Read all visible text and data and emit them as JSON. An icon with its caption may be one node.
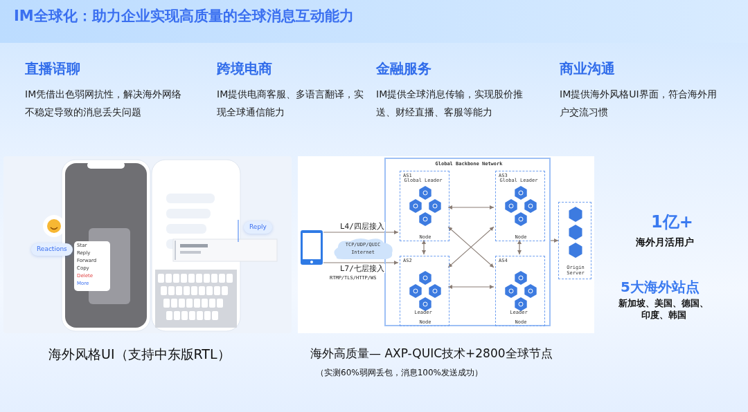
{
  "diagram": {
    "title": "IM全球化：助力企业实现高质量的全球消息互动能力",
    "nodes": [
      {
        "text": [
          "Global Backbone Network"
        ]
      },
      {
        "text": [
          "AS1",
          "Node"
        ],
        "in": 0
      },
      {
        "text": [
          "AS3",
          "Node"
        ],
        "in": 0
      },
      {
        "text": [
          "AS2",
          "Node"
        ],
        "in": 0
      },
      {
        "text": [
          "AS4",
          "Node"
        ],
        "in": 0
      },
      {
        "text": [],
        "shape": "picture"
      },
      {
        "text": [
          "TCP/UDP/QUIC",
          "Internet"
        ]
      },
      {
        "text": [
          "Origin Server"
        ]
      }
    ],
    "edges": [
      {
        "from": 5,
        "to": 1,
        "arrow": "to",
        "label": "L4/四层接入"
      },
      {
        "from": 5,
        "to": 3,
        "arrow": "to",
        "label": "L7/七层接入"
      },
      {
        "from": 1,
        "to": 2,
        "arrow": "both"
      },
      {
        "from": 1,
        "to": 3,
        "arrow": "both"
      },
      {
        "from": 2,
        "to": 4,
        "arrow": "both"
      },
      {
        "from": 3,
        "to": 4,
        "arrow": "both"
      },
      {
        "from": 1,
        "to": 4,
        "arrow": "both"
      },
      {
        "from": 2,
        "to": 3,
        "arrow": "both"
      },
      {
        "from": 0,
        "to": 7,
        "arrow": "to"
      }
    ],
    "labels": [
      "直播语聊",
      "IM凭借出色弱网抗性，解决海外网络不稳定导致的消息丢失问题",
      "跨境电商",
      "IM提供电商客服、多语言翻译，实现全球通信能力",
      "金融服务",
      "IM提供全球消息传输，实现股价推送、财经直播、客服等能力",
      "商业沟通",
      "IM提供海外风格UI界面，符合海外用户交流习惯",
      "Reactions",
      "Star",
      "Reply",
      "Forward",
      "Copy",
      "Delete",
      "More",
      "Reply",
      "Global Leader",
      "Global Leader",
      "Leader",
      "Leader",
      "RTMP/TLS/HTTP/WS",
      "1亿+",
      "海外月活用户",
      "5大海外站点",
      "新加坡、美国、德国、印度、韩国",
      "海外风格UI（支持中东版RTL）",
      "海外高质量— AXP-QUIC技术+2800全球节点",
      "（实测60%弱网丢包，消息100%发送成功）"
    ]
  }
}
